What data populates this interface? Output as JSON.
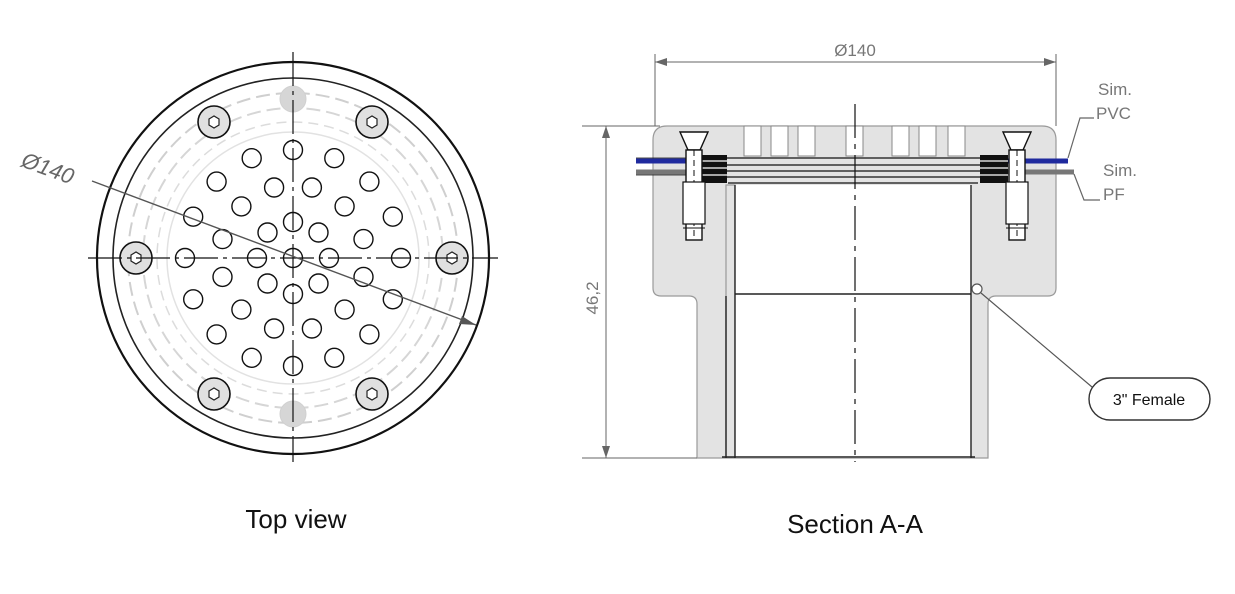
{
  "top_view": {
    "caption": "Top view",
    "diameter_label": "Ø140"
  },
  "section": {
    "caption": "Section A-A",
    "width_label": "Ø140",
    "height_label": "46,2",
    "pvc_label_line1": "Sim.",
    "pvc_label_line2": "PVC",
    "pf_label_line1": "Sim.",
    "pf_label_line2": "PF",
    "callout_label": "3\" Female"
  },
  "colors": {
    "part_fill": "#e3e3e3",
    "outline": "#111111",
    "membrane_pvc": "#1f2a9e",
    "membrane_pf": "#777777",
    "dim_line": "#666666"
  }
}
